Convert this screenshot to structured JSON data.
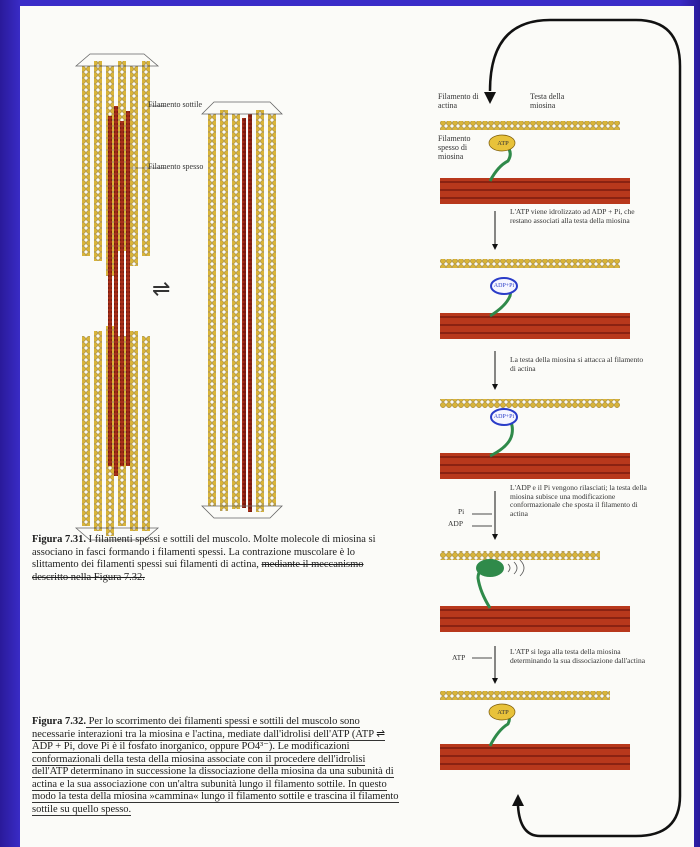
{
  "left_figure": {
    "label_thin": "Filamento sottile",
    "label_thick": "Filamento spesso",
    "equilibrium_symbol": "⇌"
  },
  "caption_7_31": {
    "number": "Figura 7.31.",
    "text": " I filamenti spessi e sottili del muscolo. Molte molecole di miosina si associano in fasci formando i filamenti spessi. La contrazione muscolare è lo slittamento dei filamenti spessi sui filamenti di actina, ",
    "strike_text": "mediante il meccanismo descritto nella Figura 7.32."
  },
  "caption_7_32": {
    "number": "Figura 7.32.",
    "text": " Per lo scorrimento dei filamenti spessi e sottili del muscolo sono necessarie interazioni tra la miosina e l'actina, mediate dall'idrolisi dell'ATP (ATP ⇌ ADP + Pi, dove Pi è il fosfato inorganico, oppure PO4³⁻). Le modificazioni conformazionali della testa della miosina associate con il procedere dell'idrolisi dell'ATP determinano in successione la dissociazione della miosina da una subunità di actina e la sua associazione con un'altra subunità lungo il filamento sottile. In questo modo la testa della miosina »cammina« lungo il filamento sottile e trascina il filamento sottile su quello spesso."
  },
  "right_figure": {
    "label_actin": "Filamento di actina",
    "label_head": "Testa della miosina",
    "label_thick": "Filamento spesso di miosina",
    "head_labels": [
      "ATP",
      "ADP+Pi",
      "ADP+Pi",
      "ATP"
    ],
    "step1": "L'ATP viene idrolizzato ad ADP + Pi, che restano associati alla testa della miosina",
    "step2": "La testa della miosina si attacca al filamento di actina",
    "step3": "L'ADP e il Pi vengono rilasciati; la testa della miosina subisce una modificazione conformazionale che sposta il filamento di actina",
    "step3_side_pi": "Pi",
    "step3_side_adp": "ADP",
    "step4": "L'ATP si lega alla testa della miosina determinando la sua dissociazione dall'actina",
    "step4_side": "ATP"
  },
  "colors": {
    "background": "#3a2cc8",
    "actin": "#d8b43a",
    "myosin": "#b8381c",
    "myosin_neck": "#2f8a4a",
    "atp_head": "#e8c23a",
    "adp_head": "#2a3cc8"
  }
}
